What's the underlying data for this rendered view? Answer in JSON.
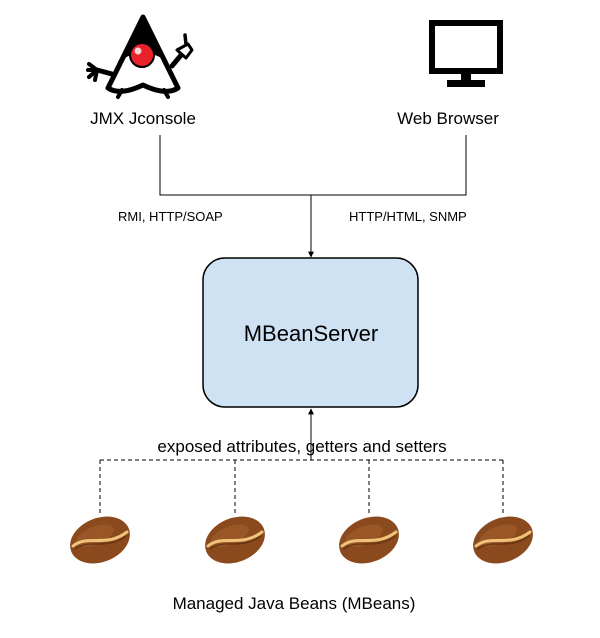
{
  "clients": {
    "jconsole_label": "JMX Jconsole",
    "browser_label": "Web Browser"
  },
  "protocols": {
    "left": "RMI, HTTP/SOAP",
    "right": "HTTP/HTML, SNMP"
  },
  "server": {
    "label": "MBeanServer"
  },
  "exposed_label": "exposed attributes, getters and setters",
  "beans_label": "Managed Java Beans (MBeans)",
  "icons": {
    "jconsole": "duke-mascot-icon",
    "browser": "monitor-icon",
    "bean": "coffee-bean-icon"
  },
  "colors": {
    "server_fill": "#cfe2f3",
    "duke_nose": "#e8212b",
    "bean": "#8b4a1d",
    "bean_crease": "#f0c27a",
    "lines": "#000000"
  }
}
